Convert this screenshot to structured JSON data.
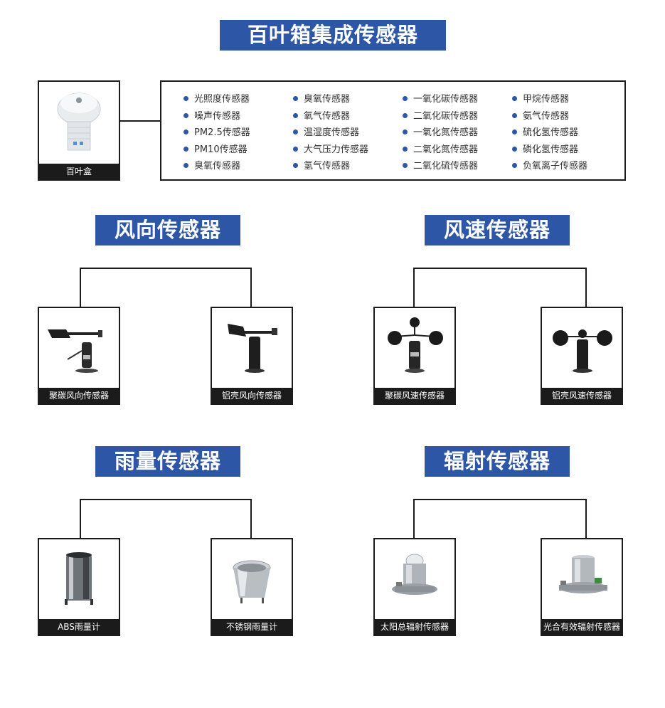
{
  "main_title": "百叶箱集成传感器",
  "louver": {
    "label": "百叶盒"
  },
  "integrated_sensors": [
    [
      "光照度传感器",
      "噪声传感器",
      "PM2.5传感器",
      "PM10传感器",
      "臭氧传感器"
    ],
    [
      "臭氧传感器",
      "氧气传感器",
      "温湿度传感器",
      "大气压力传感器",
      "氢气传感器"
    ],
    [
      "一氧化碳传感器",
      "二氧化碳传感器",
      "一氧化氮传感器",
      "二氧化氮传感器",
      "二氧化硫传感器"
    ],
    [
      "甲烷传感器",
      "氨气传感器",
      "硫化氢传感器",
      "磷化氢传感器",
      "负氧离子传感器"
    ]
  ],
  "sections": {
    "wind_direction": {
      "title": "风向传感器",
      "products": [
        "聚碳风向传感器",
        "铝壳风向传感器"
      ]
    },
    "wind_speed": {
      "title": "风速传感器",
      "products": [
        "聚碳风速传感器",
        "铝壳风速传感器"
      ]
    },
    "rain": {
      "title": "雨量传感器",
      "products": [
        "ABS雨量计",
        "不锈钢雨量计"
      ]
    },
    "radiation": {
      "title": "辐射传感器",
      "products": [
        "太阳总辐射传感器",
        "光合有效辐射传感器"
      ]
    }
  },
  "colors": {
    "accent": "#2e56a6",
    "frame": "#1b1b1b"
  }
}
